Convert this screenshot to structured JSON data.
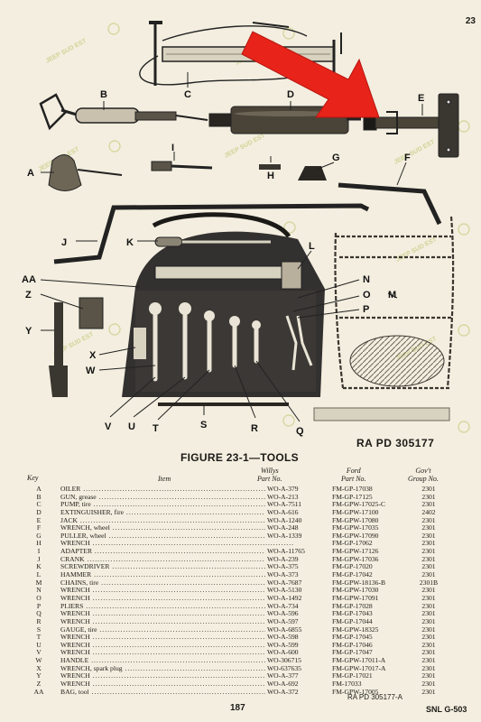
{
  "corner_page": "23",
  "figure_ref": "RA PD 305177",
  "figure_title": "FIGURE 23-1—TOOLS",
  "watermark": "JEEP SUD EST",
  "callouts": [
    "A",
    "B",
    "C",
    "D",
    "E",
    "F",
    "G",
    "H",
    "I",
    "J",
    "K",
    "L",
    "M",
    "N",
    "O",
    "P",
    "Q",
    "R",
    "S",
    "T",
    "U",
    "V",
    "W",
    "X",
    "Y",
    "Z",
    "AA"
  ],
  "headers": {
    "key": "Key",
    "item": "Item",
    "willys": "Willys\nPart No.",
    "ford": "Ford\nPart No.",
    "gov": "Gov't\nGroup No."
  },
  "rows": [
    {
      "key": "A",
      "item": "OILER",
      "willys": "WO-A-379",
      "ford": "FM-GP-17038",
      "gov": "2301"
    },
    {
      "key": "B",
      "item": "GUN, grease",
      "willys": "WO-A-213",
      "ford": "FM-GP-17125",
      "gov": "2301"
    },
    {
      "key": "C",
      "item": "PUMP, tire",
      "willys": "WO-A-7511",
      "ford": "FM-GPW-17025-C",
      "gov": "2301"
    },
    {
      "key": "D",
      "item": "EXTINGUISHER, fire",
      "willys": "WO-A-616",
      "ford": "FM-GPW-17100",
      "gov": "2402"
    },
    {
      "key": "E",
      "item": "JACK",
      "willys": "WO-A-1240",
      "ford": "FM-GPW-17080",
      "gov": "2301"
    },
    {
      "key": "F",
      "item": "WRENCH, wheel",
      "willys": "WO-A-248",
      "ford": "FM-GPW-17035",
      "gov": "2301"
    },
    {
      "key": "G",
      "item": "PULLER, wheel",
      "willys": "WO-A-1339",
      "ford": "FM-GPW-17090",
      "gov": "2301"
    },
    {
      "key": "H",
      "item": "WRENCH",
      "willys": "",
      "ford": "FM-GP-17062",
      "gov": "2301"
    },
    {
      "key": "I",
      "item": "ADAPTER",
      "willys": "WO-A-11765",
      "ford": "FM-GPW-17126",
      "gov": "2301"
    },
    {
      "key": "J",
      "item": "CRANK",
      "willys": "WO-A-239",
      "ford": "FM-GPW-17036",
      "gov": "2301"
    },
    {
      "key": "K",
      "item": "SCREWDRIVER",
      "willys": "WO-A-375",
      "ford": "FM-GP-17020",
      "gov": "2301"
    },
    {
      "key": "L",
      "item": "HAMMER",
      "willys": "WO-A-373",
      "ford": "FM-GP-17042",
      "gov": "2301"
    },
    {
      "key": "M",
      "item": "CHAINS, tire",
      "willys": "WO-A-7687",
      "ford": "FM-GPW-18136-B",
      "gov": "2301B"
    },
    {
      "key": "N",
      "item": "WRENCH",
      "willys": "WO-A-5130",
      "ford": "FM-GPW-17030",
      "gov": "2301"
    },
    {
      "key": "O",
      "item": "WRENCH",
      "willys": "WO-A-1492",
      "ford": "FM-GPW-17091",
      "gov": "2301"
    },
    {
      "key": "P",
      "item": "PLIERS",
      "willys": "WO-A-734",
      "ford": "FM-GP-17028",
      "gov": "2301"
    },
    {
      "key": "Q",
      "item": "WRENCH",
      "willys": "WO-A-596",
      "ford": "FM-GP-17043",
      "gov": "2301"
    },
    {
      "key": "R",
      "item": "WRENCH",
      "willys": "WO-A-597",
      "ford": "FM-GP-17044",
      "gov": "2301"
    },
    {
      "key": "S",
      "item": "GAUGE, tire",
      "willys": "WO-A-6855",
      "ford": "FM-GPW-18325",
      "gov": "2301"
    },
    {
      "key": "T",
      "item": "WRENCH",
      "willys": "WO-A-598",
      "ford": "FM-GP-17045",
      "gov": "2301"
    },
    {
      "key": "U",
      "item": "WRENCH",
      "willys": "WO-A-599",
      "ford": "FM-GP-17046",
      "gov": "2301"
    },
    {
      "key": "V",
      "item": "WRENCH",
      "willys": "WO-A-600",
      "ford": "FM-GP-17047",
      "gov": "2301"
    },
    {
      "key": "W",
      "item": "HANDLE",
      "willys": "WO-306715",
      "ford": "FM-GPW-17011-A",
      "gov": "2301"
    },
    {
      "key": "X",
      "item": "WRENCH, spark plug",
      "willys": "WO-637635",
      "ford": "FM-GPW-17017-A",
      "gov": "2301"
    },
    {
      "key": "Y",
      "item": "WRENCH",
      "willys": "WO-A-377",
      "ford": "FM-GP-17021",
      "gov": "2301"
    },
    {
      "key": "Z",
      "item": "WRENCH",
      "willys": "WO-A-692",
      "ford": "FM-17033",
      "gov": "2301"
    },
    {
      "key": "AA",
      "item": "BAG, tool",
      "willys": "WO-A-372",
      "ford": "FM-GPW-17005",
      "gov": "2301"
    }
  ],
  "page_number": "187",
  "footer_ref": "RA PD 305177-A",
  "snl": "SNL G-503",
  "colors": {
    "paper": "#f3eedf",
    "ink": "#1c1a17",
    "arrow": "#e8231a",
    "bag": "#333030",
    "watermark": "#c9cf8a"
  }
}
